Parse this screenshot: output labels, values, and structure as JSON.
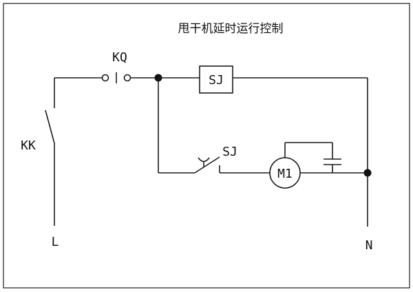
{
  "diagram": {
    "title": "甩干机延时运行控制",
    "labels": {
      "kq": "KQ",
      "kk": "KK",
      "sj_coil": "SJ",
      "sj_contact": "SJ",
      "motor": "M1",
      "line": "L",
      "neutral": "N"
    },
    "components": [
      {
        "id": "KK",
        "kind": "switch"
      },
      {
        "id": "KQ",
        "kind": "pushbutton"
      },
      {
        "id": "SJ",
        "kind": "time-relay-coil"
      },
      {
        "id": "SJ",
        "kind": "delayed-contact"
      },
      {
        "id": "M1",
        "kind": "motor"
      },
      {
        "id": "C",
        "kind": "capacitor"
      }
    ]
  }
}
